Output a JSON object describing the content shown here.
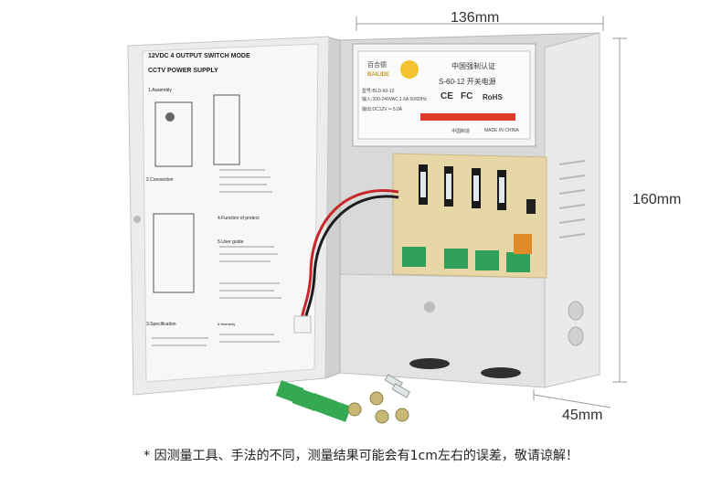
{
  "dimensions": {
    "width": "136mm",
    "height": "160mm",
    "depth": "45mm"
  },
  "door_manual": {
    "title_line1": "12VDC 4 OUTPUT SWITCH MODE",
    "title_line2": "CCTV POWER SUPPLY",
    "assembly": "1.Assembly",
    "connection": "2.Connection",
    "function": "4.Function of protect",
    "user_guide": "5.User guide",
    "specification": "3.Specification",
    "warranty": "6.Warranty"
  },
  "psu_module": {
    "brand_cn": "百合德",
    "brand": "BAILIDE",
    "cert": "中国强制认证",
    "model_line": "S-60-12 开关电源",
    "model_no": "型号:BLD-60-12",
    "input": "输入:200-240VAC,1.6A 50/60Hz",
    "output": "输出:DC12V ═ 5.0A",
    "ce": "CE",
    "fc": "FC",
    "rohs": "RoHS",
    "made_in": "MADE IN CHINA",
    "made_in_cn": "中国制造"
  },
  "caption": "* 因测量工具、手法的不同，测量结果可能会有1cm左右的误差，敬请谅解！"
}
